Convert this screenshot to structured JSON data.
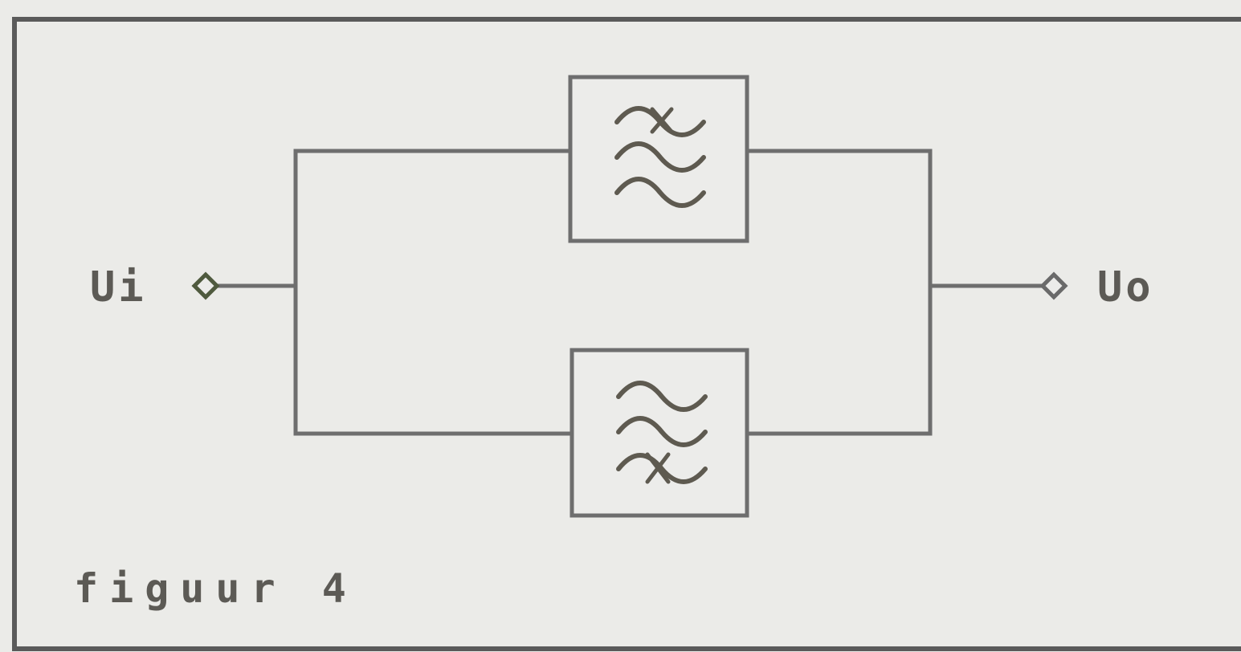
{
  "input_label": "Ui",
  "output_label": "Uo",
  "caption": "figuur 4",
  "filters": [
    {
      "name": "top-filter",
      "strikethrough_wave": "top"
    },
    {
      "name": "bottom-filter",
      "strikethrough_wave": "bottom"
    }
  ],
  "colors": {
    "background": "#ebebe8",
    "line": "#6e6e6e",
    "input_terminal": "#4f5a3e",
    "text": "#5c5a55"
  }
}
